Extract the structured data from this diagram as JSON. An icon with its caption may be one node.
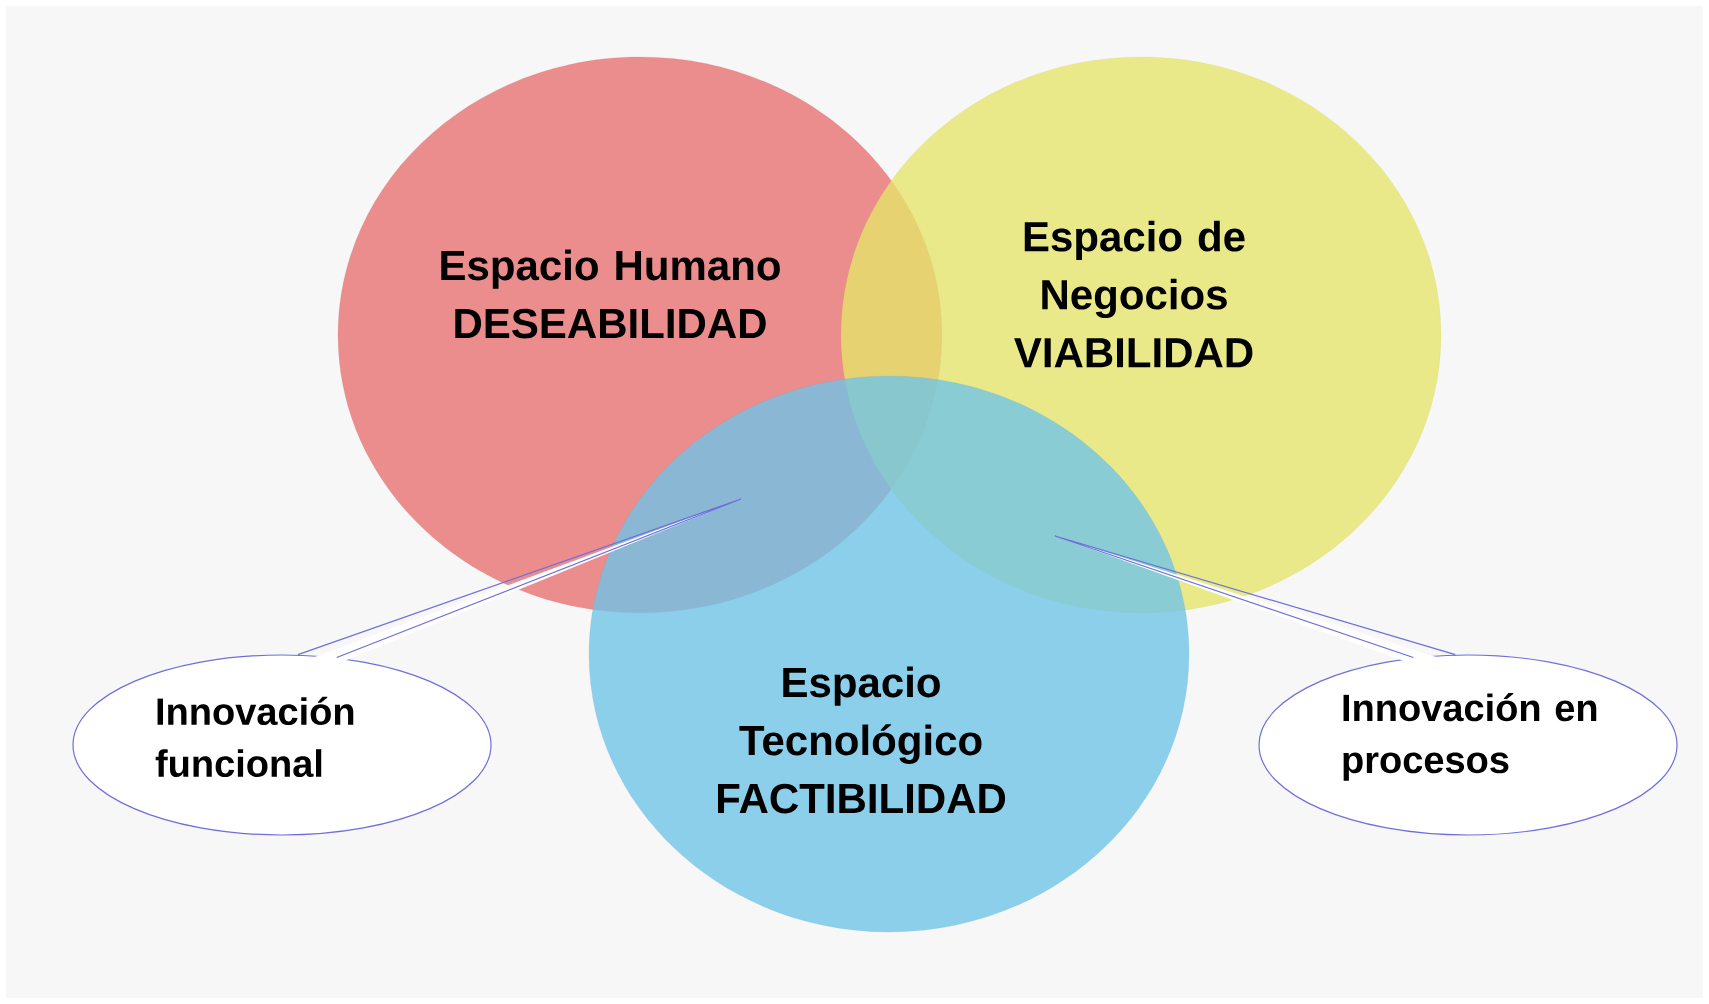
{
  "diagram": {
    "nodes": [
      {
        "text": [
          "Espacio Humano",
          "DESEABILIDAD"
        ]
      },
      {
        "text": [
          "Espacio de Negocios",
          "VIABILIDAD"
        ]
      },
      {
        "text": [
          "Espacio Tecnológico",
          "FACTIBILIDAD"
        ]
      },
      {
        "text": [
          "Innovación funcional"
        ]
      },
      {
        "text": [
          "Innovación en procesos"
        ]
      }
    ],
    "edges": [
      {
        "from": 3,
        "to": null,
        "arrow": "none"
      },
      {
        "from": 4,
        "to": null,
        "arrow": "none"
      }
    ]
  }
}
